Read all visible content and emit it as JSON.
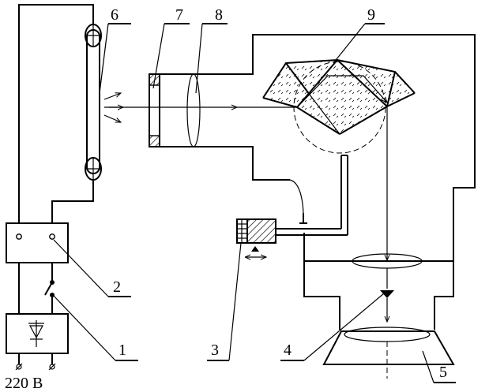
{
  "labels": {
    "l1": "1",
    "l2": "2",
    "l3": "3",
    "l4": "4",
    "l5": "5",
    "l6": "6",
    "l7": "7",
    "l8": "8",
    "l9": "9"
  },
  "supply": "220 В"
}
